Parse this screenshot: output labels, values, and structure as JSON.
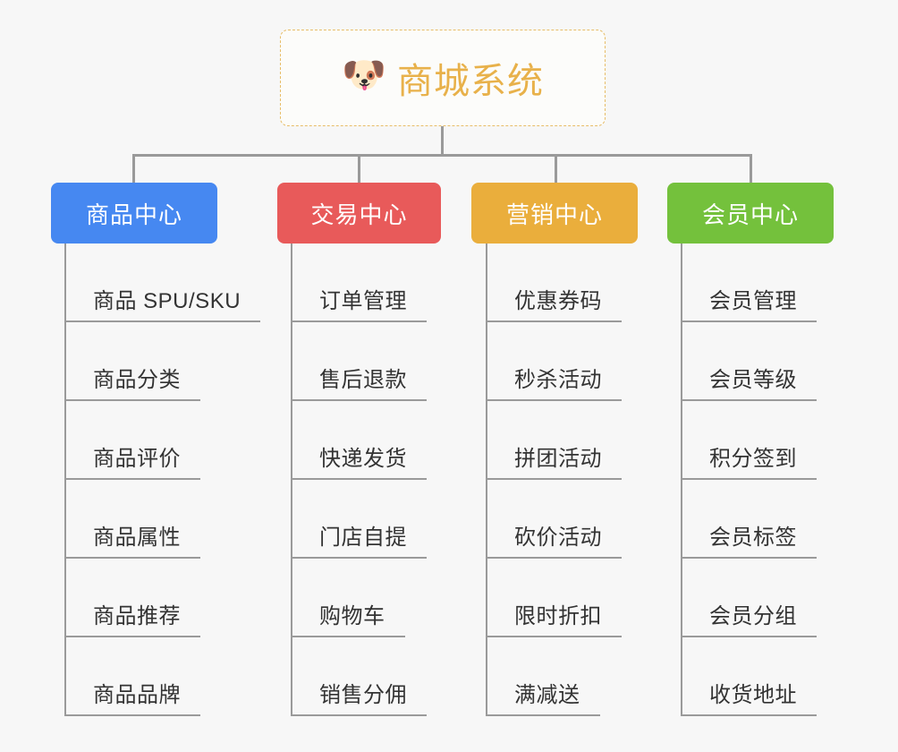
{
  "root": {
    "icon": "dog-face-icon",
    "emoji": "🐶",
    "title": "商城系统"
  },
  "colors": {
    "background": "#f7f7f7",
    "root_border": "#e7bd68",
    "root_text": "#e8b14a",
    "connector": "#9a9a9a",
    "leaf_text": "#333333",
    "category_blue": "#4688f1",
    "category_red": "#e85a5a",
    "category_orange": "#eaae3c",
    "category_green": "#74c13c"
  },
  "branches": [
    {
      "label": "商品中心",
      "color": "#4688f1",
      "items": [
        {
          "label": "商品 SPU/SKU"
        },
        {
          "label": "商品分类"
        },
        {
          "label": "商品评价"
        },
        {
          "label": "商品属性"
        },
        {
          "label": "商品推荐"
        },
        {
          "label": "商品品牌"
        }
      ]
    },
    {
      "label": "交易中心",
      "color": "#e85a5a",
      "items": [
        {
          "label": "订单管理"
        },
        {
          "label": "售后退款"
        },
        {
          "label": "快递发货"
        },
        {
          "label": "门店自提"
        },
        {
          "label": "购物车"
        },
        {
          "label": "销售分佣"
        }
      ]
    },
    {
      "label": "营销中心",
      "color": "#eaae3c",
      "items": [
        {
          "label": "优惠券码"
        },
        {
          "label": "秒杀活动"
        },
        {
          "label": "拼团活动"
        },
        {
          "label": "砍价活动"
        },
        {
          "label": "限时折扣"
        },
        {
          "label": "满减送"
        }
      ]
    },
    {
      "label": "会员中心",
      "color": "#74c13c",
      "items": [
        {
          "label": "会员管理"
        },
        {
          "label": "会员等级"
        },
        {
          "label": "积分签到"
        },
        {
          "label": "会员标签"
        },
        {
          "label": "会员分组"
        },
        {
          "label": "收货地址"
        }
      ]
    }
  ]
}
